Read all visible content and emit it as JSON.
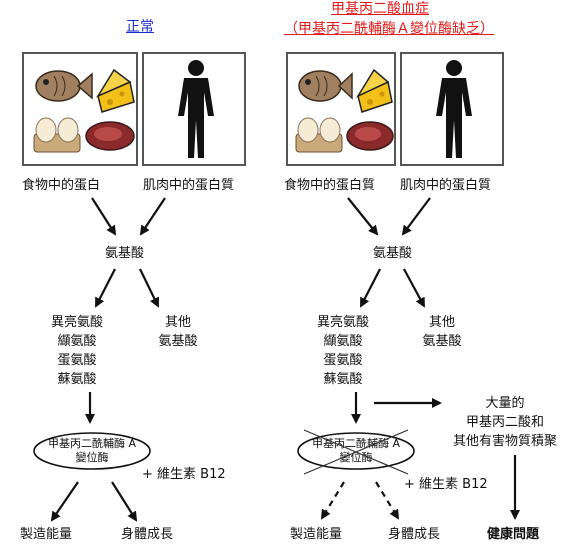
{
  "normal": {
    "title": "正常",
    "food_protein": "食物中的蛋白",
    "muscle_protein": "肌肉中的蛋白質",
    "amino_acids": "氨基酸",
    "bcaa": [
      "異亮氨酸",
      "纈氨酸",
      "蛋氨酸",
      "蘇氨酸"
    ],
    "other_amino": [
      "其他",
      "氨基酸"
    ],
    "enzyme": [
      "甲基丙二酰輔酶 A",
      "變位酶"
    ],
    "vitamin": "+ 維生素 B12",
    "energy": "製造能量",
    "growth": "身體成長"
  },
  "disease": {
    "title": "甲基丙二酸血症",
    "subtitle": "（甲基丙二酰輔酶Ａ變位酶缺乏）",
    "food_protein": "食物中的蛋白質",
    "muscle_protein": "肌肉中的蛋白質",
    "amino_acids": "氨基酸",
    "bcaa": [
      "異亮氨酸",
      "纈氨酸",
      "蛋氨酸",
      "蘇氨酸"
    ],
    "other_amino": [
      "其他",
      "氨基酸"
    ],
    "enzyme": [
      "甲基丙二酰輔酶 A",
      "變位酶"
    ],
    "vitamin": "+ 維生素 B12",
    "accumulation": [
      "大量的",
      "甲基丙二酸和",
      "其他有害物質積聚"
    ],
    "energy": "製造能量",
    "growth": "身體成長",
    "health_problem": "健康問題"
  },
  "icons": [
    "fish-icon",
    "cheese-icon",
    "eggs-icon",
    "steak-icon",
    "human-silhouette-icon"
  ],
  "colors": {
    "normal_title": "#1a2fd1",
    "disease_title": "#e11b1b"
  }
}
